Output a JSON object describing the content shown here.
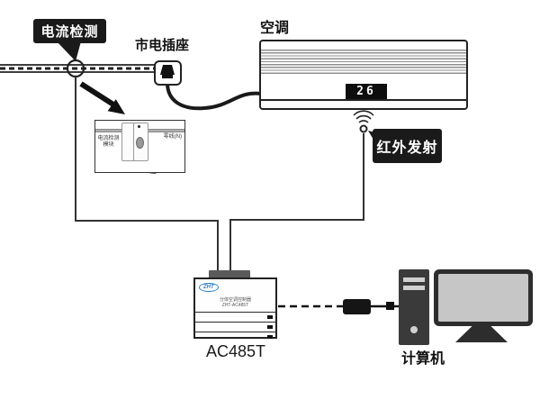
{
  "callouts": {
    "current_detection": "电流检测",
    "ir_emission": "红外发射"
  },
  "power": {
    "socket_label": "市电插座"
  },
  "ac_unit": {
    "label": "空调",
    "display_value": "26"
  },
  "detection_module": {
    "name_line1": "电流检测",
    "name_line2": "模块",
    "wire_label": "零线(N)"
  },
  "controller": {
    "logo": "ZHT",
    "model_line1": "分体空调控制器",
    "model_line2": "ZHT-AC485T",
    "label": "AC485T"
  },
  "computer": {
    "label": "计算机"
  },
  "colors": {
    "callout_bg": "#1a1a1a",
    "line": "#333333",
    "logo_blue": "#2a7fc9",
    "display_bg": "#0d0d0d"
  }
}
